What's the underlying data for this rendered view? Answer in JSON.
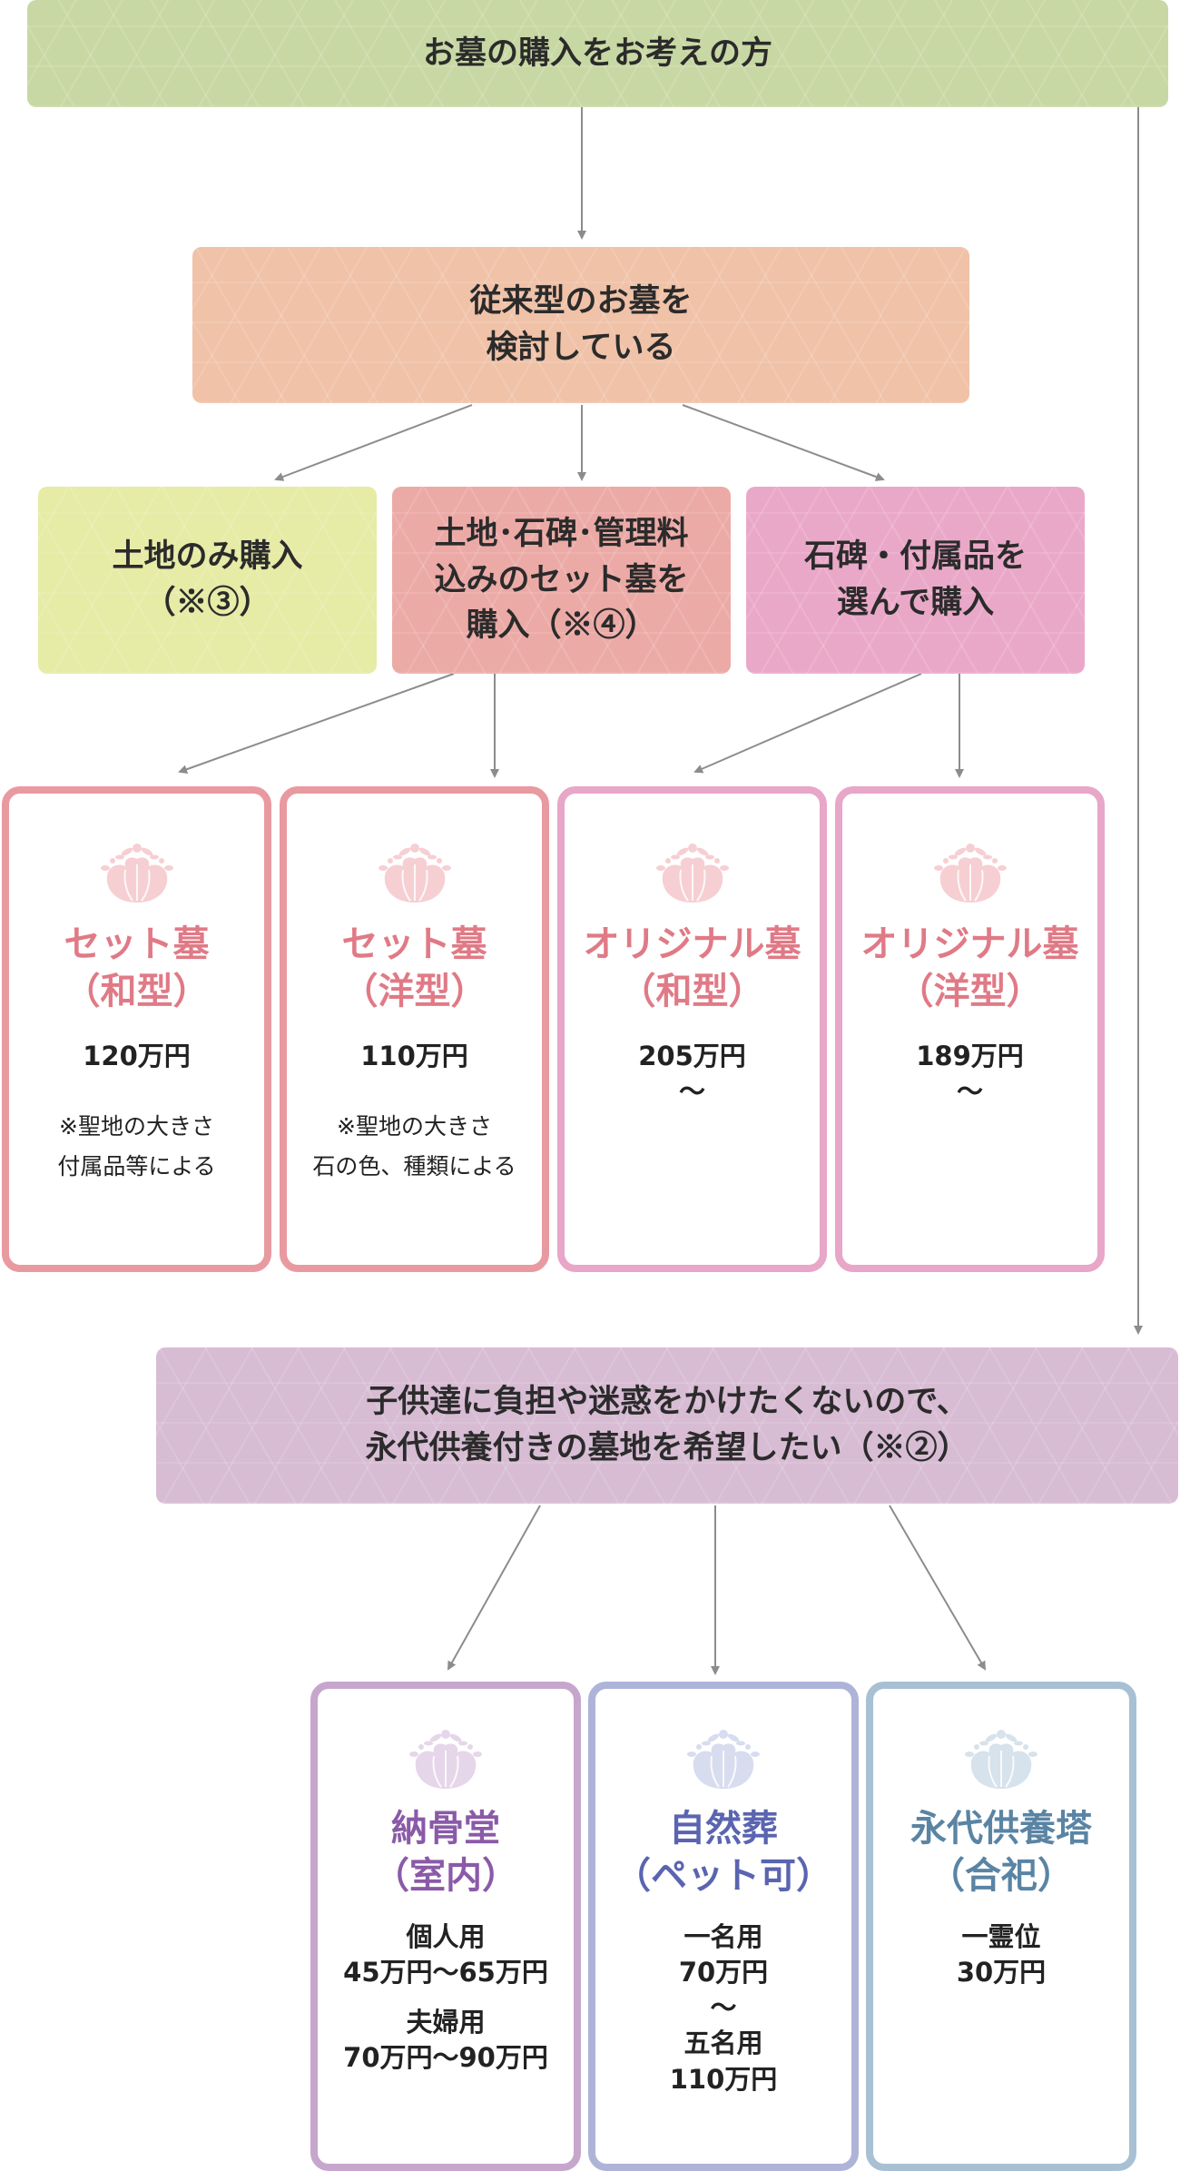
{
  "top_box": {
    "label": "お墓の購入をお考えの方",
    "color": "#c8d8a4"
  },
  "traditional_box": {
    "label": "従来型のお墓を\n検討している",
    "color": "#f0c2a8"
  },
  "options": [
    {
      "label": "土地のみ購入\n（※③）",
      "color": "#e6eba6"
    },
    {
      "label": "土地･石碑･管理料\n込みのセット墓を\n購入（※④）",
      "color": "#ecaaa6"
    },
    {
      "label": "石碑・付属品を\n選んで購入",
      "color": "#eaa8c8"
    }
  ],
  "grave_cards": [
    {
      "title": "セット墓\n（和型）",
      "price": "120万円",
      "note": "※聖地の大きさ\n付属品等による",
      "border": "#e89aa0",
      "title_color": "#e07a86",
      "crest": "#f6cfd3"
    },
    {
      "title": "セット墓\n（洋型）",
      "price": "110万円",
      "note": "※聖地の大きさ\n石の色、種類による",
      "border": "#e89aa0",
      "title_color": "#e07a86",
      "crest": "#f6cfd3"
    },
    {
      "title": "オリジナル墓\n（和型）",
      "price": "205万円\n～",
      "note": "",
      "border": "#e8a6c8",
      "title_color": "#e07a86",
      "crest": "#f6cfd3"
    },
    {
      "title": "オリジナル墓\n（洋型）",
      "price": "189万円\n～",
      "note": "",
      "border": "#e8a6c8",
      "title_color": "#e07a86",
      "crest": "#f6cfd3"
    }
  ],
  "eternal_box": {
    "label": "子供達に負担や迷惑をかけたくないので、\n永代供養付きの墓地を希望したい（※②）",
    "color": "#d7bcd4"
  },
  "eternal_cards": [
    {
      "title": "納骨堂\n（室内）",
      "lines": [
        "個人用\n45万円～65万円",
        "夫婦用\n70万円～90万円"
      ],
      "border": "#c6a6cc",
      "title_color": "#8a5aa8",
      "crest": "#e6d6ea"
    },
    {
      "title": "自然葬\n（ペット可）",
      "lines": [
        "一名用\n70万円\n～\n五名用\n110万円"
      ],
      "border": "#aeb4d8",
      "title_color": "#5a64b0",
      "crest": "#d8dcef"
    },
    {
      "title": "永代供養塔\n（合祀）",
      "lines": [
        "一霊位\n30万円"
      ],
      "border": "#a8c0d4",
      "title_color": "#5a84a4",
      "crest": "#d6e2ec"
    }
  ],
  "icons": {
    "crest": "family-crest-icon",
    "arrow": "arrow-down-icon"
  },
  "arrow_color": "#8c8c8c"
}
